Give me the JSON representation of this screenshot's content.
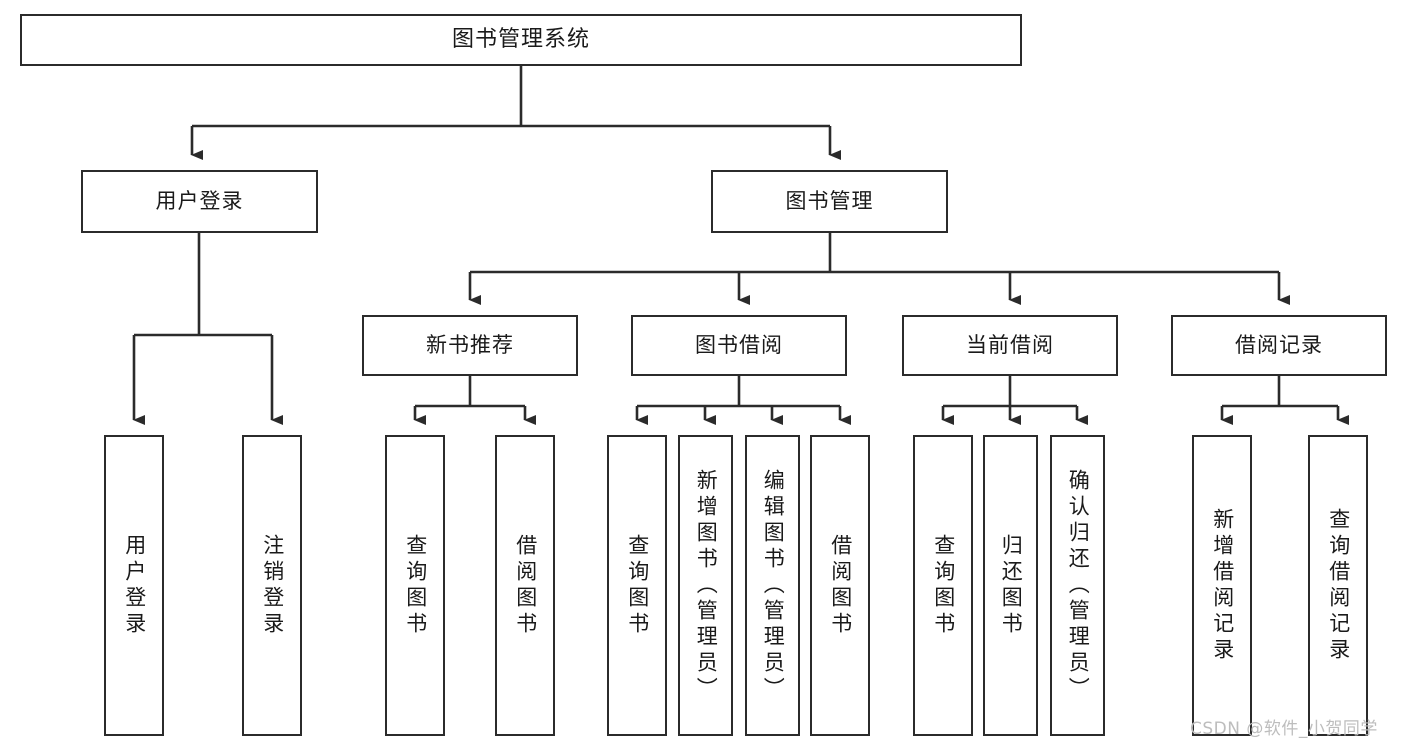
{
  "diagram": {
    "title": "图书管理系统",
    "watermark": "CSDN @软件_小贺同学",
    "colors": {
      "stroke": "#2b2b2b",
      "fill": "#ffffff",
      "text": "#1a1a1a",
      "watermark": "#bdbdbd"
    },
    "root": {
      "label": "图书管理系统"
    },
    "level1": [
      {
        "label": "用户登录"
      },
      {
        "label": "图书管理"
      }
    ],
    "level2": [
      {
        "label": "新书推荐"
      },
      {
        "label": "图书借阅"
      },
      {
        "label": "当前借阅"
      },
      {
        "label": "借阅记录"
      }
    ],
    "leaves_user_login": [
      {
        "label": "用户登录"
      },
      {
        "label": "注销登录"
      }
    ],
    "leaves_new_book": [
      {
        "label": "查询图书"
      },
      {
        "label": "借阅图书"
      }
    ],
    "leaves_borrow": [
      {
        "label": "查询图书"
      },
      {
        "label": "新增图书（管理员）"
      },
      {
        "label": "编辑图书（管理员）"
      },
      {
        "label": "借阅图书"
      }
    ],
    "leaves_current": [
      {
        "label": "查询图书"
      },
      {
        "label": "归还图书"
      },
      {
        "label": "确认归还（管理员）"
      }
    ],
    "leaves_records": [
      {
        "label": "新增借阅记录"
      },
      {
        "label": "查询借阅记录"
      }
    ]
  }
}
